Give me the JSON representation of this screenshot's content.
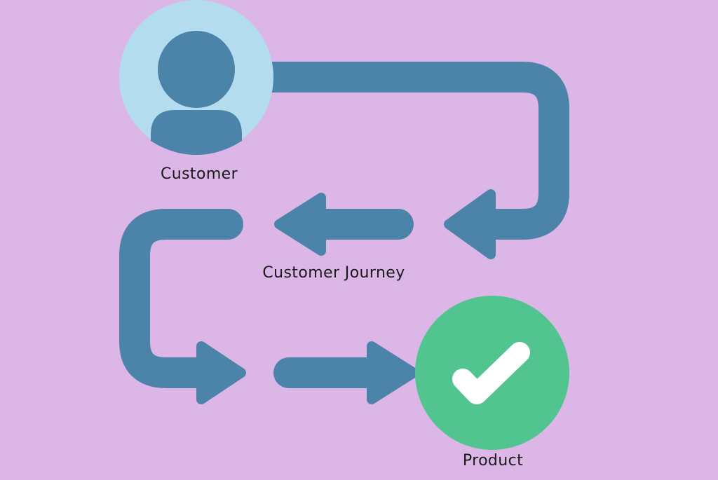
{
  "diagram": {
    "customer_label": "Customer",
    "journey_label": "Customer Journey",
    "product_label": "Product"
  },
  "colors": {
    "background": "#ddb6e8",
    "flow": "#4b83a9",
    "customer_circle": "#b4dcef",
    "customer_icon": "#4b83a9",
    "product_circle": "#52c490",
    "checkmark": "#ffffff",
    "text": "#1a1a1a"
  },
  "icons": {
    "customer": "person-icon",
    "product": "checkmark-icon"
  }
}
